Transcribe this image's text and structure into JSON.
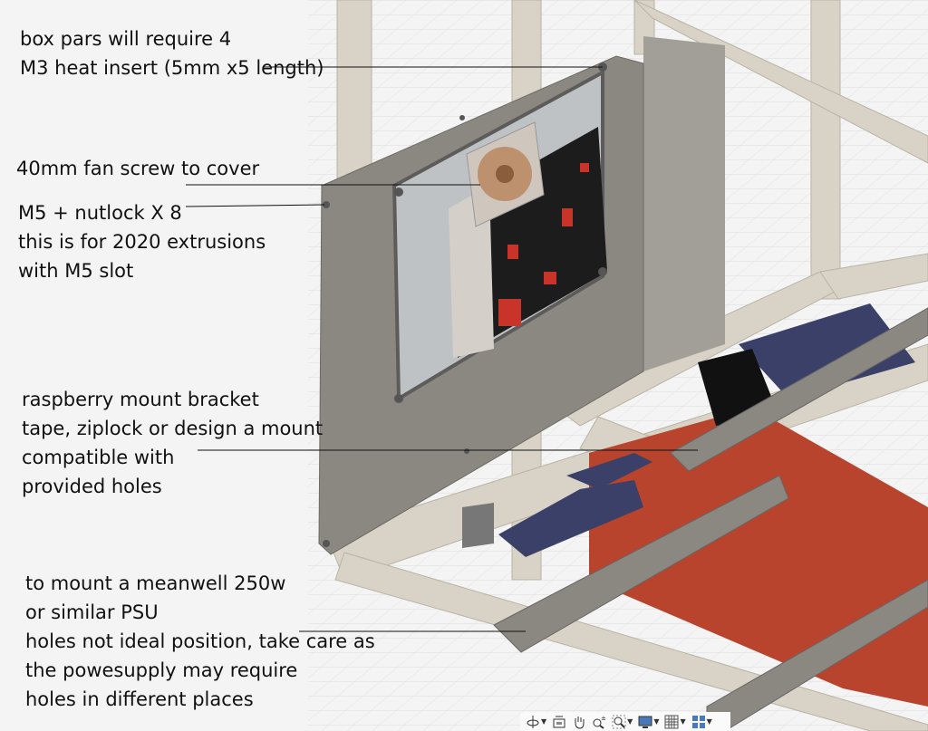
{
  "annotations": {
    "box_parts": [
      "box pars will require 4",
      "M3 heat insert (5mm x5 length)"
    ],
    "fan": [
      "40mm fan screw to cover"
    ],
    "m5": [
      "M5 + nutlock X 8",
      "this is for 2020 extrusions",
      "with M5 slot"
    ],
    "raspberry": [
      "raspberry mount bracket",
      "tape, ziplock or design a mount",
      "compatible with",
      "provided holes"
    ],
    "psu": [
      "to mount a meanwell 250w",
      "or similar PSU",
      "holes not ideal position, take care as",
      "the powesupply may require",
      "holes in different places"
    ]
  },
  "toolbar": [
    {
      "icon": "orbit-icon",
      "dropdown": true
    },
    {
      "icon": "look-at-icon",
      "dropdown": false
    },
    {
      "icon": "pan-hand-icon",
      "dropdown": false
    },
    {
      "icon": "zoom-icon",
      "dropdown": false
    },
    {
      "icon": "zoom-window-icon",
      "dropdown": true
    },
    {
      "icon": "display-settings-icon",
      "dropdown": true
    },
    {
      "icon": "grid-icon",
      "dropdown": true
    },
    {
      "icon": "viewports-icon",
      "dropdown": true
    }
  ],
  "colors": {
    "extrusion": "#d8d3c6",
    "plate": "#8b8781",
    "psu": "#b8442e",
    "blue_part": "#3b4068",
    "board": "#1a1a1a"
  }
}
